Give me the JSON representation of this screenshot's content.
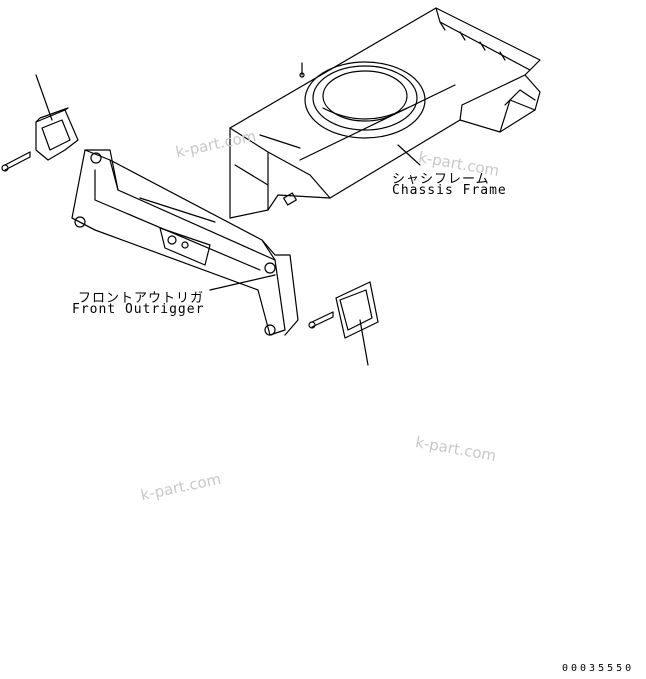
{
  "labels": {
    "chassis_frame_jp": "シャシフレーム",
    "chassis_frame_en": "Chassis Frame",
    "front_outrigger_jp": "フロントアウトリガ",
    "front_outrigger_en": "Front Outrigger"
  },
  "watermarks": [
    "k-part.com",
    "k-part.com",
    "k-part.com",
    "k-part.com"
  ],
  "drawing_code": "00035550"
}
